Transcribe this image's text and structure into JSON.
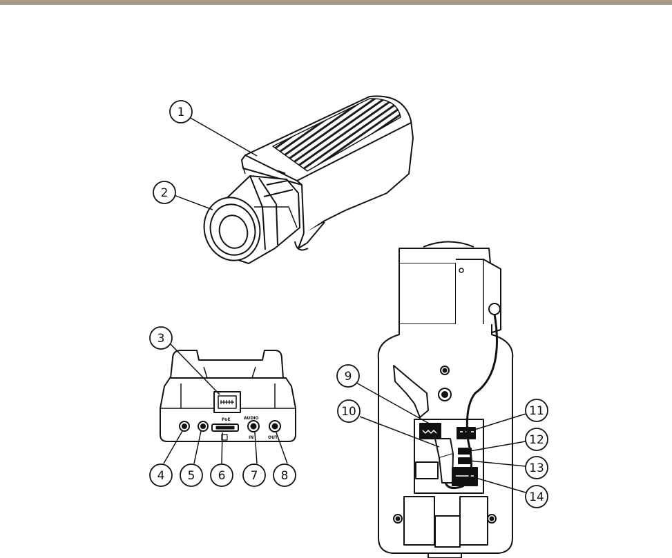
{
  "header": {
    "bar_color": "#a89a89"
  },
  "callouts": [
    {
      "number": "1"
    },
    {
      "number": "2"
    },
    {
      "number": "3"
    },
    {
      "number": "4"
    },
    {
      "number": "5"
    },
    {
      "number": "6"
    },
    {
      "number": "7"
    },
    {
      "number": "8"
    },
    {
      "number": "9"
    },
    {
      "number": "10"
    },
    {
      "number": "11"
    },
    {
      "number": "12"
    },
    {
      "number": "13"
    },
    {
      "number": "14"
    }
  ],
  "connector_labels": {
    "poe": "PoE",
    "audio": "AUDIO",
    "audio_in": "IN",
    "audio_out": "OUT"
  }
}
